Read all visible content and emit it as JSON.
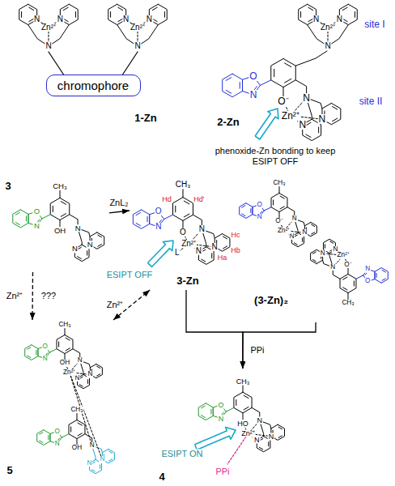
{
  "diagram": {
    "nodes": [
      {
        "text": [
          "1-Zn"
        ]
      },
      {
        "text": [
          "chromophore"
        ],
        "in": 0
      },
      {
        "text": [
          "2-Zn"
        ]
      },
      {
        "text": [
          "3"
        ]
      },
      {
        "text": [
          "3-Zn"
        ]
      },
      {
        "text": [
          "(3-Zn)₂"
        ]
      },
      {
        "text": [
          "5"
        ]
      },
      {
        "text": [
          "4"
        ]
      }
    ],
    "edges": [
      {
        "from": 3,
        "to": 4,
        "arrow": "to",
        "label": "ZnL₂"
      },
      {
        "from": 3,
        "to": 6,
        "arrow": "to",
        "label": "Zn²⁺"
      },
      {
        "from": 6,
        "to": 4,
        "arrow": "both",
        "label": "Zn²⁺"
      },
      {
        "from": 4,
        "to": 7,
        "arrow": "to",
        "label": "PPi"
      },
      {
        "from": 5,
        "to": 7,
        "arrow": "to"
      }
    ],
    "labels": [
      "N",
      "N",
      "Zn²⁺",
      "N",
      "N",
      "N",
      "Zn²⁺",
      "N",
      "N",
      "N",
      "Zn²⁺",
      "N",
      "O⁻",
      "N",
      "O",
      "N",
      "N",
      "N",
      "Zn²⁺",
      "site I",
      "site II",
      "phenoxide-Zn bonding to keep ESIPT OFF",
      "CH₃",
      "OH",
      "N",
      "O",
      "N",
      "N",
      "N",
      "CH₃",
      "O",
      "N",
      "O",
      "N",
      "N",
      "N",
      "Zn²⁺",
      "L",
      "Ha",
      "Hb",
      "Hc",
      "Hd",
      "Hd'",
      "ESIPT OFF",
      "CH₃",
      "O⁻",
      "N",
      "O",
      "N",
      "N",
      "N",
      "Zn²⁺",
      "CH₃",
      "O⁻",
      "N",
      "O",
      "N",
      "N",
      "N",
      "Zn²⁺",
      "CH₃",
      "OH",
      "N",
      "O",
      "N",
      "N",
      "N",
      "Zn²⁺",
      "CH₃",
      "OH",
      "N",
      "O",
      "N",
      "N",
      "N",
      "CH₃",
      "HO",
      "N",
      "O",
      "N",
      "N",
      "N",
      "Zn²⁺",
      "PPi",
      "ESIPT ON",
      "???"
    ]
  }
}
